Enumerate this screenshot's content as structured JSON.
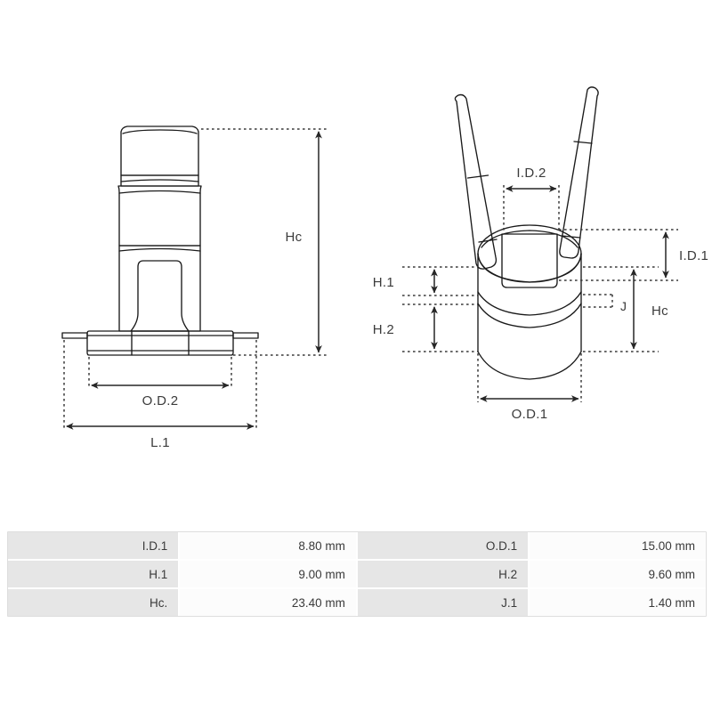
{
  "document": {
    "type": "technical-dimension-drawing",
    "subject": "slip ring / commutator component"
  },
  "drawings": {
    "left_view": {
      "name": "side-elevation-view",
      "dimension_labels": [
        {
          "id": "hc",
          "text": "Hc"
        },
        {
          "id": "od2",
          "text": "O.D.2"
        },
        {
          "id": "l1",
          "text": "L.1"
        }
      ]
    },
    "right_view": {
      "name": "front-perspective-view",
      "dimension_labels": [
        {
          "id": "id2",
          "text": "I.D.2"
        },
        {
          "id": "id1",
          "text": "I.D.1"
        },
        {
          "id": "hc",
          "text": "Hc"
        },
        {
          "id": "h1",
          "text": "H.1"
        },
        {
          "id": "h2",
          "text": "H.2"
        },
        {
          "id": "j",
          "text": "J"
        },
        {
          "id": "od1",
          "text": "O.D.1"
        }
      ]
    }
  },
  "spec_table": {
    "rows": [
      {
        "left_label": "I.D.1",
        "left_value": "8.80 mm",
        "right_label": "O.D.1",
        "right_value": "15.00 mm"
      },
      {
        "left_label": "H.1",
        "left_value": "9.00 mm",
        "right_label": "H.2",
        "right_value": "9.60 mm"
      },
      {
        "left_label": "Hc.",
        "left_value": "23.40 mm",
        "right_label": "J.1",
        "right_value": "1.40 mm"
      }
    ]
  },
  "colors": {
    "line": "#1a1a1a",
    "dimension_line": "#333333",
    "label_text": "#3b3b3b",
    "table_label_bg": "#e6e6e6",
    "table_value_bg": "#fcfcfc",
    "table_border": "#dedede",
    "page_bg": "#ffffff"
  }
}
